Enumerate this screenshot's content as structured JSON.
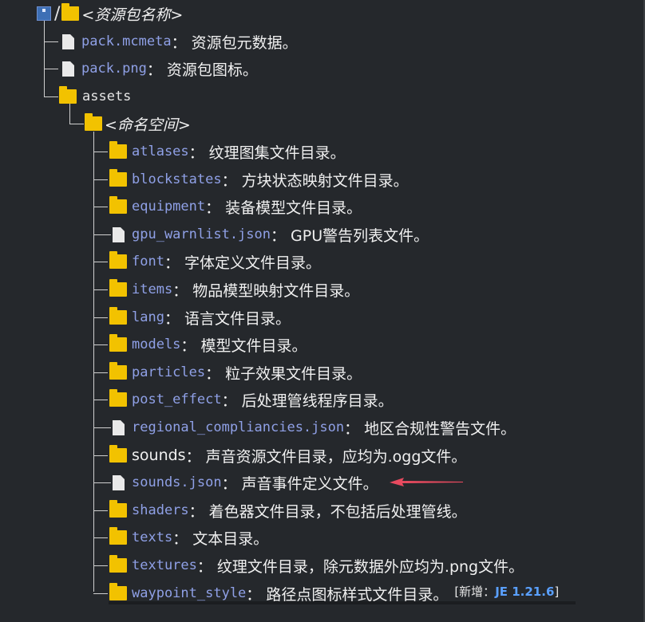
{
  "tree": {
    "root": {
      "icon": "drive-icon",
      "separator": "/",
      "label": "<资源包名称>"
    },
    "root_children": [
      {
        "name": "pack.mcmeta",
        "desc": "资源包元数据。",
        "icon": "file-icon"
      },
      {
        "name": "pack.png",
        "desc": "资源包图标。",
        "icon": "file-icon"
      },
      {
        "name": "assets",
        "icon": "folder-icon"
      }
    ],
    "namespace": {
      "label": "<命名空间>",
      "icon": "folder-icon"
    },
    "items": [
      {
        "name": "atlases",
        "desc": "纹理图集文件目录。",
        "icon": "folder-icon"
      },
      {
        "name": "blockstates",
        "desc": "方块状态映射文件目录。",
        "icon": "folder-icon"
      },
      {
        "name": "equipment",
        "desc": "装备模型文件目录。",
        "icon": "folder-icon"
      },
      {
        "name": "gpu_warnlist.json",
        "desc": "GPU警告列表文件。",
        "icon": "file-icon"
      },
      {
        "name": "font",
        "desc": "字体定义文件目录。",
        "icon": "folder-icon"
      },
      {
        "name": "items",
        "desc": "物品模型映射文件目录。",
        "icon": "folder-icon"
      },
      {
        "name": "lang",
        "desc": "语言文件目录。",
        "icon": "folder-icon"
      },
      {
        "name": "models",
        "desc": "模型文件目录。",
        "icon": "folder-icon"
      },
      {
        "name": "particles",
        "desc": "粒子效果文件目录。",
        "icon": "folder-icon"
      },
      {
        "name": "post_effect",
        "desc": "后处理管线程序目录。",
        "icon": "folder-icon"
      },
      {
        "name": "regional_compliancies.json",
        "desc": "地区合规性警告文件。",
        "icon": "file-icon"
      },
      {
        "name": "sounds",
        "desc": "声音资源文件目录，应均为.ogg文件。",
        "icon": "folder-icon"
      },
      {
        "name": "sounds.json",
        "desc": "声音事件定义文件。",
        "icon": "file-icon"
      },
      {
        "name": "shaders",
        "desc": "着色器文件目录，不包括后处理管线。",
        "icon": "folder-icon"
      },
      {
        "name": "texts",
        "desc": "文本目录。",
        "icon": "folder-icon"
      },
      {
        "name": "textures",
        "desc": "纹理文件目录，除元数据外应均为.png文件。",
        "icon": "folder-icon"
      },
      {
        "name": "waypoint_style",
        "desc": "路径点图标样式文件目录。",
        "icon": "folder-icon"
      }
    ],
    "new_badge": {
      "prefix": "[新增：",
      "version": "JE 1.21.6",
      "suffix": "]"
    },
    "colon": "："
  },
  "colors": {
    "background": "#25282c",
    "folder": "#f2c200",
    "name": "#8fa0e6",
    "arrow": "#e84a5f",
    "badge_version": "#5aa0ff"
  }
}
